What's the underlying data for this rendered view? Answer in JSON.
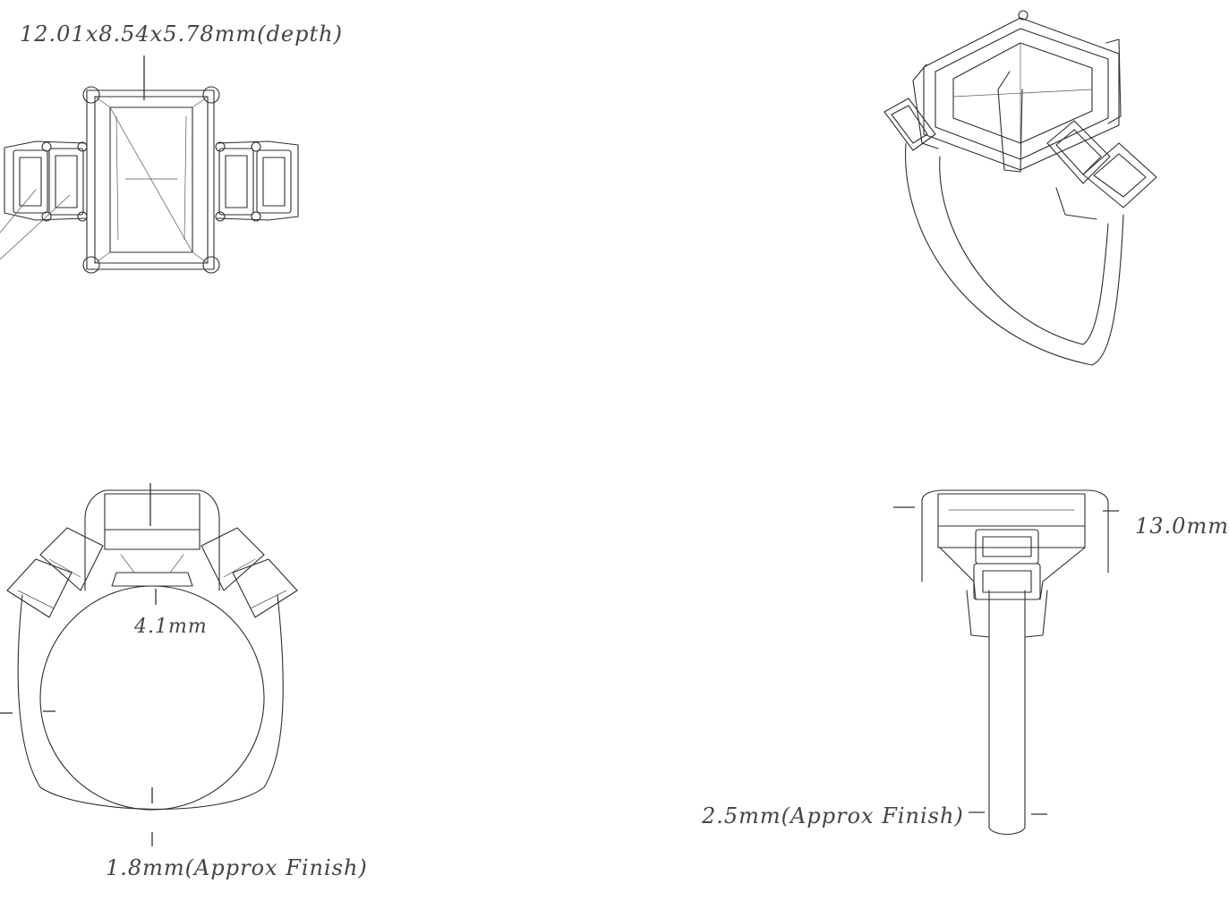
{
  "annotations": {
    "stone_size": "12.01x8.54x5.78mm(depth)",
    "shank_width_top": "4.1mm",
    "shank_thickness_front": "1.8mm(Approx Finish)",
    "setting_height_side": "13.0mm",
    "shank_thickness_side": "2.5mm(Approx Finish)"
  },
  "colors": {
    "line": "#2e2e2e",
    "text": "#444444",
    "background": "#ffffff"
  }
}
